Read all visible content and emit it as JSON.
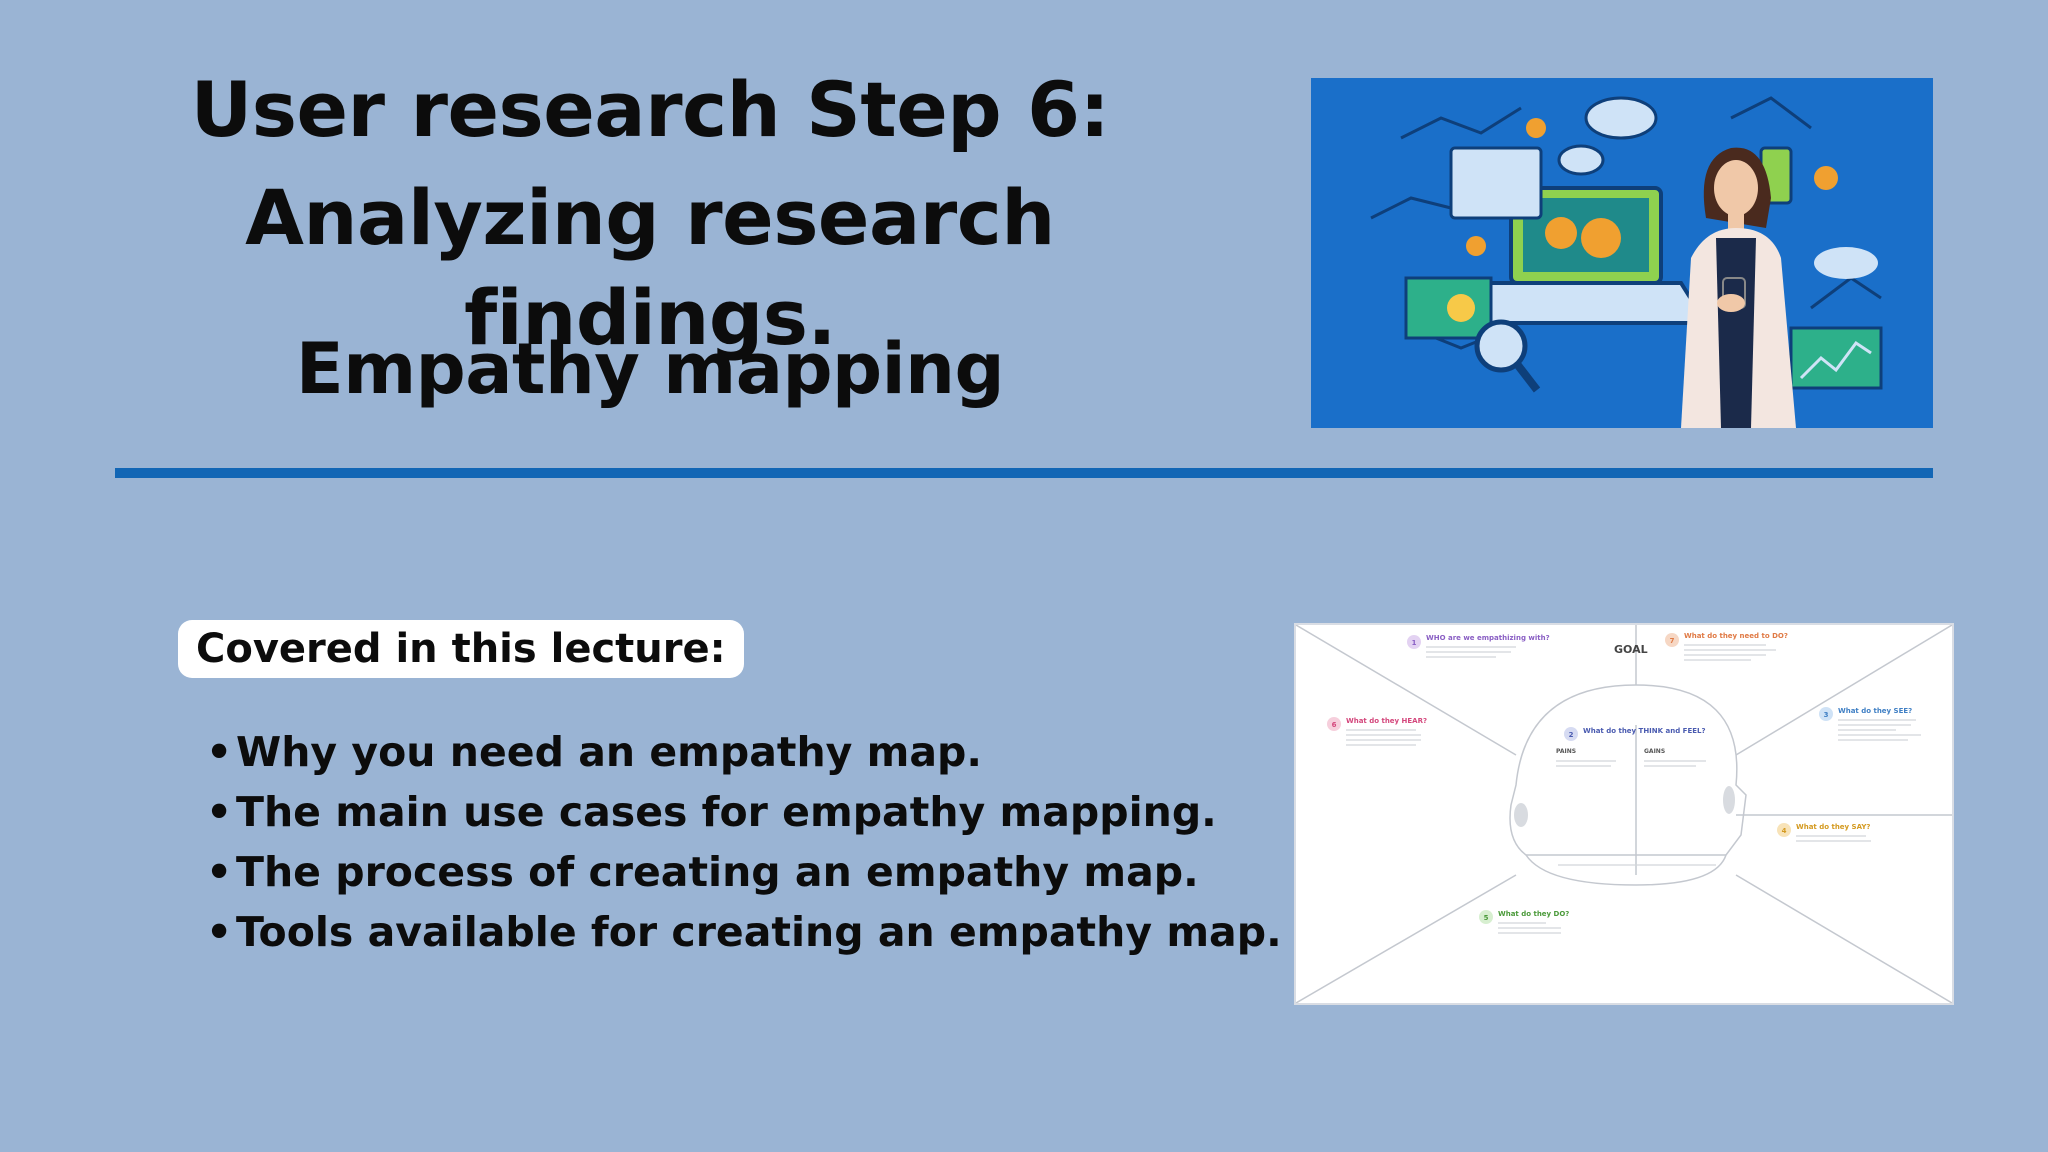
{
  "slide": {
    "title_line1": "User research Step 6:",
    "title_line2": "Analyzing research findings.",
    "subtitle": "Empathy mapping",
    "covered_label": "Covered in this lecture:",
    "bullets": [
      "Why you need an empathy map.",
      "The main use cases for empathy mapping.",
      "The process of creating an empathy map.",
      "Tools available for creating an empathy map."
    ],
    "bullet_glyph": "•"
  },
  "empathy_map": {
    "goal": "GOAL",
    "who": "WHO are we empathizing with?",
    "do": "What do they need to DO?",
    "hear": "What do they HEAR?",
    "see": "What do they SEE?",
    "think_feel": "What do they THINK and FEEL?",
    "pains": "PAINS",
    "gains": "GAINS",
    "say": "What do they SAY?",
    "doo": "What do they DO?",
    "num1": "1",
    "num2": "2",
    "num3": "3",
    "num4": "4",
    "num5": "5",
    "num6": "6",
    "num7": "7"
  },
  "colors": {
    "background": "#9ab4d4",
    "divider": "#1266b5",
    "hero_bg": "#1a6fc9",
    "text": "#0c0c0c"
  }
}
